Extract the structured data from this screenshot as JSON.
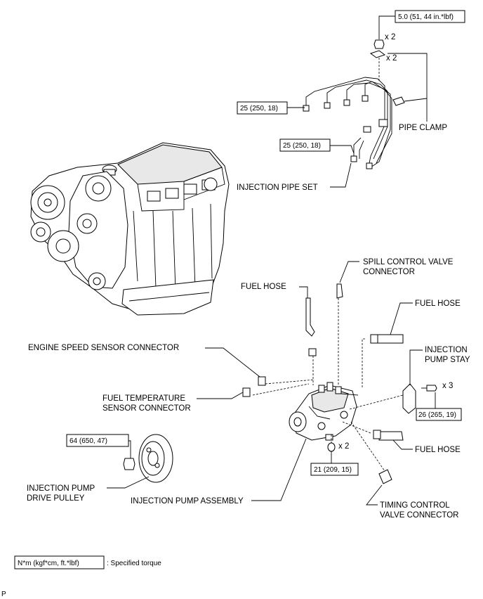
{
  "torque_specs": {
    "pipe_clamp_nut": "5.0 (51, 44 in.*lbf)",
    "injection_pipe_upper": "25 (250, 18)",
    "injection_pipe_lower": "25 (250, 18)",
    "pump_stay_bolt": "26 (265, 19)",
    "pump_nut": "21 (209, 15)",
    "drive_pulley_nut": "64 (650, 47)"
  },
  "multipliers": {
    "nut_top": "x 2",
    "clamp": "x 2",
    "stay_bolt": "x 3",
    "pump_nut": "x 2"
  },
  "labels": {
    "pipe_clamp": "PIPE CLAMP",
    "injection_pipe_set": "INJECTION PIPE SET",
    "spill_control_valve_connector_1": "SPILL CONTROL VALVE",
    "spill_control_valve_connector_2": "CONNECTOR",
    "fuel_hose_left": "FUEL HOSE",
    "fuel_hose_right_top": "FUEL HOSE",
    "engine_speed_sensor_connector": "ENGINE SPEED SENSOR CONNECTOR",
    "injection_pump_stay_1": "INJECTION",
    "injection_pump_stay_2": "PUMP STAY",
    "fuel_temp_sensor_connector_1": "FUEL TEMPERATURE",
    "fuel_temp_sensor_connector_2": "SENSOR CONNECTOR",
    "fuel_hose_right_bottom": "FUEL HOSE",
    "injection_pump_drive_pulley_1": "INJECTION PUMP",
    "injection_pump_drive_pulley_2": "DRIVE PULLEY",
    "injection_pump_assembly": "INJECTION PUMP ASSEMBLY",
    "timing_control_valve_connector_1": "TIMING CONTROL",
    "timing_control_valve_connector_2": "VALVE CONNECTOR"
  },
  "legend": {
    "unit_box": "N*m (kgf*cm, ft.*lbf)",
    "description": ": Specified torque"
  },
  "footer_code": "P"
}
